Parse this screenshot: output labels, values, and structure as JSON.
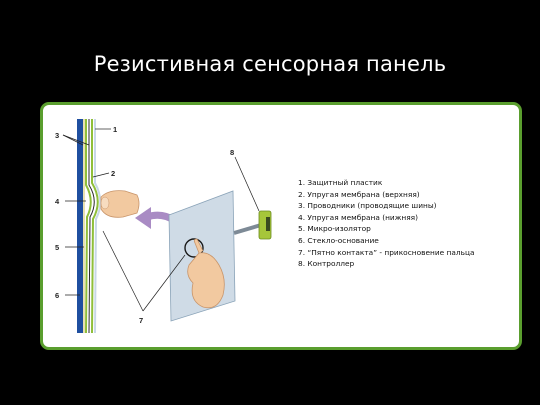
{
  "slide": {
    "title": "Резистивная сенсорная панель"
  },
  "diagram": {
    "callout_numbers": [
      "1",
      "2",
      "3",
      "4",
      "5",
      "6",
      "7",
      "8"
    ],
    "legend": [
      "1. Защитный пластик",
      "2. Упругая мембрана (верхняя)",
      "3. Проводники (проводящие шины)",
      "4. Упругая мембрана (нижняя)",
      "5. Микро-изолятор",
      "6. Стекло-основание",
      "7. “Пятно контакта” - прикосновение пальца",
      "8. Контроллер"
    ],
    "colors": {
      "frame_border": "#5a9e2e",
      "glass_layer": "#1f4fa0",
      "membrane_layer": "#8fbf3a",
      "arrow": "#a98bc4",
      "controller": "#a6c63a",
      "skin": "#f2c9a0"
    }
  }
}
